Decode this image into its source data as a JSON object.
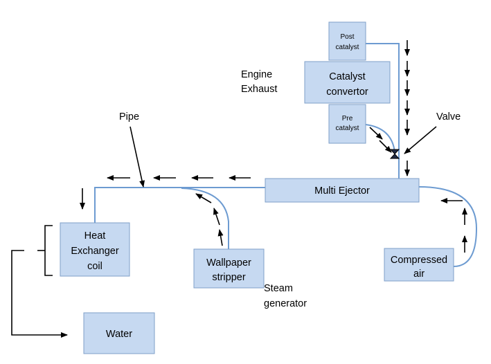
{
  "components": {
    "post_catalyst": [
      "Post",
      "catalyst"
    ],
    "catalyst_convertor": [
      "Catalyst",
      "convertor"
    ],
    "pre_catalyst": [
      "Pre",
      "catalyst"
    ],
    "multi_ejector": "Multi Ejector",
    "heat_exchanger": [
      "Heat",
      "Exchanger",
      "coil"
    ],
    "wallpaper_stripper": [
      "Wallpaper",
      "stripper"
    ],
    "compressed_air": [
      "Compressed",
      "air"
    ],
    "water": "Water"
  },
  "labels": {
    "engine_exhaust": [
      "Engine",
      "Exhaust"
    ],
    "pipe": "Pipe",
    "valve": "Valve",
    "steam_generator": [
      "Steam",
      "generator"
    ]
  }
}
